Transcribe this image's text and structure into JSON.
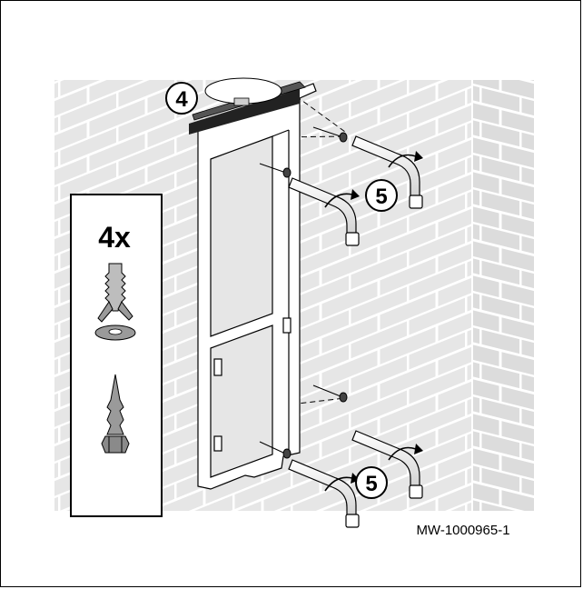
{
  "figure": {
    "reference_code": "MW-1000965-1",
    "callouts": {
      "level": "4",
      "pipe_upper": "5",
      "pipe_lower": "5"
    },
    "kit_box": {
      "quantity": "4x",
      "items": [
        "wall-plug",
        "washer",
        "screw"
      ]
    }
  }
}
